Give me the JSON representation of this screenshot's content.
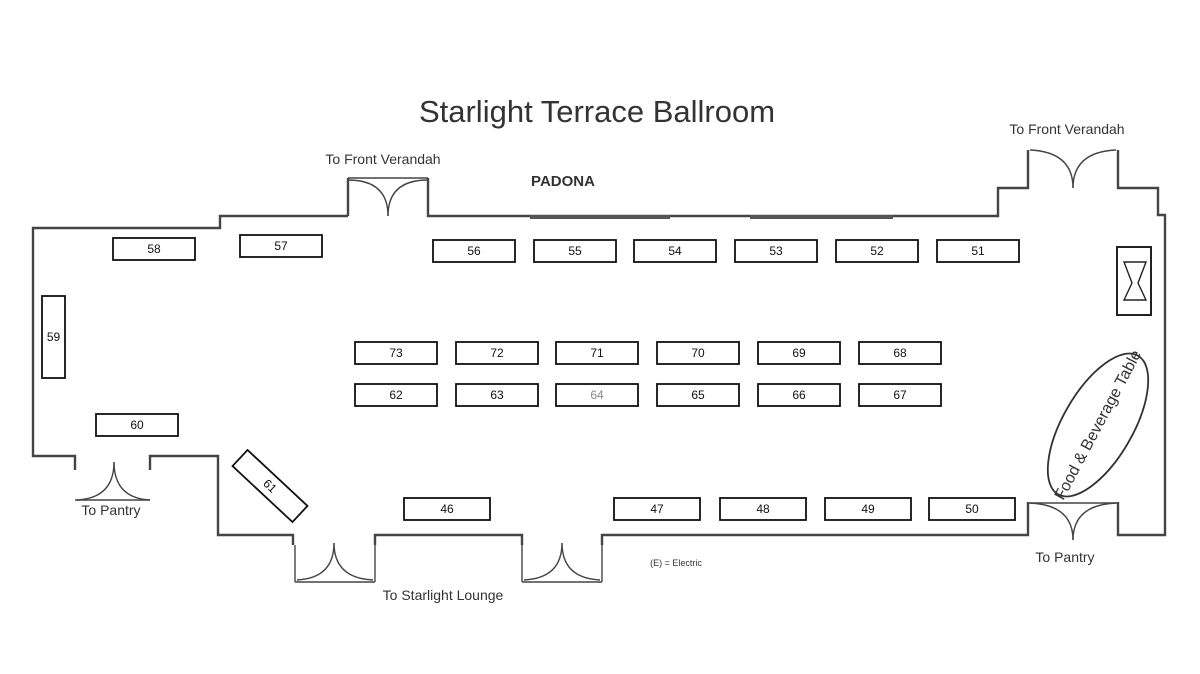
{
  "title": "Starlight Terrace Ballroom",
  "labels": {
    "front_verandah_left": "To Front Verandah",
    "front_verandah_right": "To Front Verandah",
    "padona": "PADONA",
    "pantry_left": "To Pantry",
    "pantry_right": "To Pantry",
    "starlight_lounge": "To Starlight Lounge",
    "electric_legend": "(E) = Electric",
    "food_beverage": "Food & Beverage Table"
  },
  "booths": [
    {
      "id": "58",
      "label": "58"
    },
    {
      "id": "57",
      "label": "57"
    },
    {
      "id": "56",
      "label": "56"
    },
    {
      "id": "55",
      "label": "55"
    },
    {
      "id": "54",
      "label": "54"
    },
    {
      "id": "53",
      "label": "53"
    },
    {
      "id": "52",
      "label": "52"
    },
    {
      "id": "51",
      "label": "51"
    },
    {
      "id": "59",
      "label": "59"
    },
    {
      "id": "73",
      "label": "73"
    },
    {
      "id": "72",
      "label": "72"
    },
    {
      "id": "71",
      "label": "71"
    },
    {
      "id": "70",
      "label": "70"
    },
    {
      "id": "69",
      "label": "69"
    },
    {
      "id": "68",
      "label": "68"
    },
    {
      "id": "62",
      "label": "62"
    },
    {
      "id": "63",
      "label": "63"
    },
    {
      "id": "64",
      "label": "64"
    },
    {
      "id": "65",
      "label": "65"
    },
    {
      "id": "66",
      "label": "66"
    },
    {
      "id": "67",
      "label": "67"
    },
    {
      "id": "60",
      "label": "60"
    },
    {
      "id": "61",
      "label": "61"
    },
    {
      "id": "46",
      "label": "46"
    },
    {
      "id": "47",
      "label": "47"
    },
    {
      "id": "48",
      "label": "48"
    },
    {
      "id": "49",
      "label": "49"
    },
    {
      "id": "50",
      "label": "50"
    }
  ]
}
